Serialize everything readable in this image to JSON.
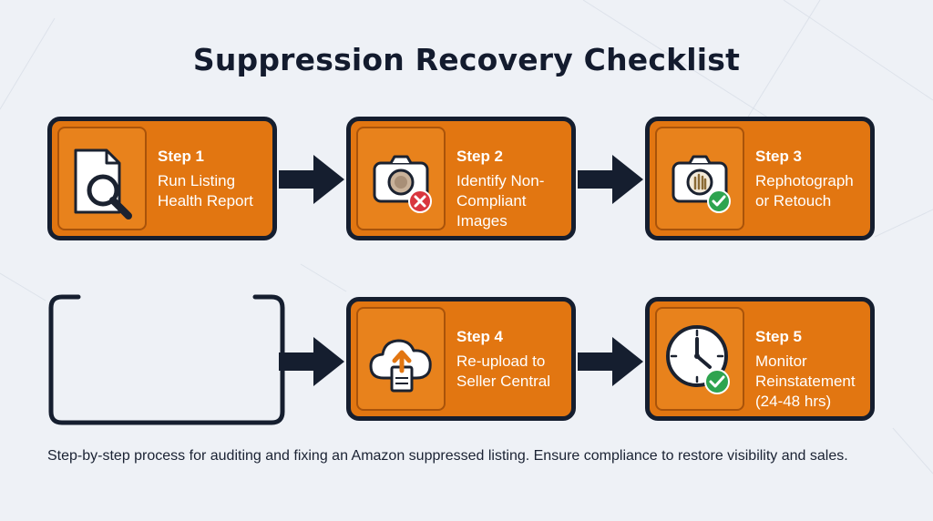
{
  "title": "Suppression Recovery Checklist",
  "steps": [
    {
      "step": "Step 1",
      "label": "Run Listing\nHealth Report",
      "icon": "document-magnifier-icon"
    },
    {
      "step": "Step 2",
      "label": "Identify Non-\nCompliant\nImages",
      "icon": "camera-error-icon"
    },
    {
      "step": "Step 3",
      "label": "Rephotograph\nor Retouch",
      "icon": "camera-check-icon"
    },
    {
      "step": "Step 4",
      "label": "Re-upload to\nSeller Central",
      "icon": "cloud-upload-icon"
    },
    {
      "step": "Step 5",
      "label": "Monitor\nReinstatement\n(24-48 hrs)",
      "icon": "clock-check-icon"
    }
  ],
  "caption": "Step-by-step process for auditing and fixing an Amazon suppressed listing. Ensure compliance to restore visibility and sales.",
  "colors": {
    "card": "#e27611",
    "border": "#151e2f",
    "background": "#eef1f6",
    "error": "#d9363e",
    "success": "#2ea44f"
  }
}
